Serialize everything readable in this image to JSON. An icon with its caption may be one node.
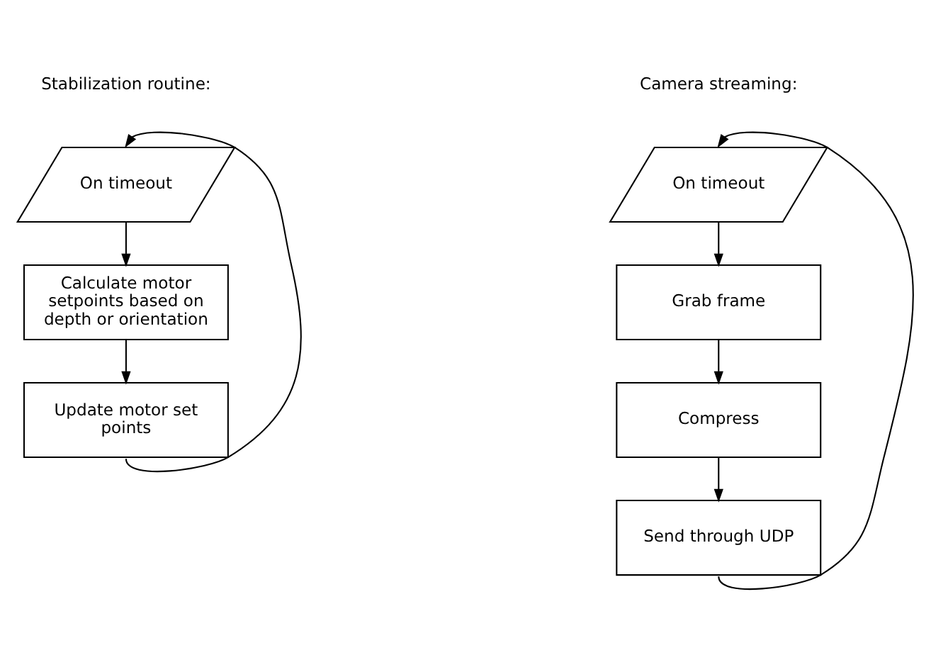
{
  "diagram": {
    "nodes": [
      {
        "text": [
          "On timeout"
        ]
      },
      {
        "text": [
          "Calculate motor setpoints based on depth or orientation"
        ]
      },
      {
        "text": [
          "Update motor set points"
        ]
      },
      {
        "text": [
          "On timeout"
        ]
      },
      {
        "text": [
          "Grab frame"
        ]
      },
      {
        "text": [
          "Compress"
        ]
      },
      {
        "text": [
          "Send through UDP"
        ]
      }
    ],
    "edges": [
      {
        "from": 0,
        "to": 1,
        "arrow": "to"
      },
      {
        "from": 1,
        "to": 2,
        "arrow": "to"
      },
      {
        "from": 2,
        "to": 0,
        "arrow": "to"
      },
      {
        "from": 3,
        "to": 4,
        "arrow": "to"
      },
      {
        "from": 4,
        "to": 5,
        "arrow": "to"
      },
      {
        "from": 5,
        "to": 6,
        "arrow": "to"
      },
      {
        "from": 6,
        "to": 3,
        "arrow": "to"
      }
    ],
    "labels": [
      "Stabilization routine:",
      "Camera streaming:"
    ]
  }
}
